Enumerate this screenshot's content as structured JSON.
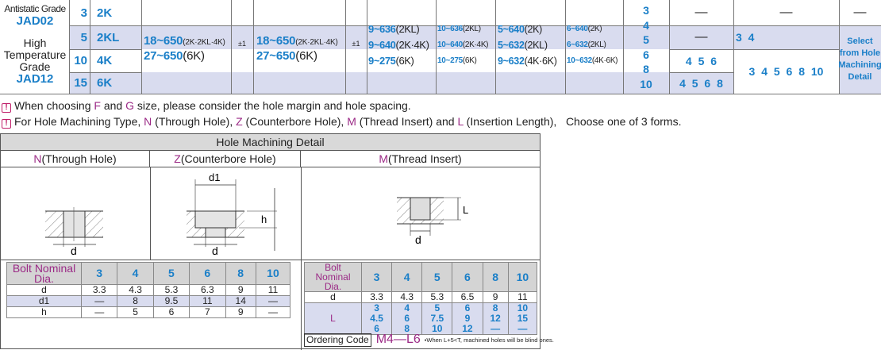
{
  "spec": {
    "grades": [
      {
        "label": "Antistatic Grade",
        "code": "JAD02"
      },
      {
        "label": "High Temperature Grade",
        "code": "JAD12"
      }
    ],
    "thickness": [
      "3",
      "5",
      "10",
      "15"
    ],
    "types": [
      "2K",
      "2KL",
      "4K",
      "6K"
    ],
    "colA": [
      {
        "range": "18~650",
        "note": "(2K·2KL·4K)"
      },
      {
        "range": "27~650",
        "note": "(6K)"
      }
    ],
    "tolA": "±1",
    "colB": [
      {
        "range": "18~650",
        "note": "(2K·2KL·4K)"
      },
      {
        "range": "27~650",
        "note": "(6K)"
      }
    ],
    "tolB": "±1",
    "colC": [
      {
        "range": "9~636",
        "note": "(2KL)"
      },
      {
        "range": "9~640",
        "note": "(2K·4K)"
      },
      {
        "range": "9~275",
        "note": "(6K)"
      }
    ],
    "colD": [
      {
        "range": "10~636",
        "note": "(2KL)"
      },
      {
        "range": "10~640",
        "note": "(2K·4K)"
      },
      {
        "range": "10~275",
        "note": "(6K)"
      }
    ],
    "colE": [
      {
        "range": "5~640",
        "note": "(2K)"
      },
      {
        "range": "5~632",
        "note": "(2KL)"
      },
      {
        "range": "9~632",
        "note": "(4K·6K)"
      }
    ],
    "colF": [
      {
        "range": "6~640",
        "note": "(2K)"
      },
      {
        "range": "6~632",
        "note": "(2KL)"
      },
      {
        "range": "10~632",
        "note": "(4K·6K)"
      }
    ],
    "bolts": [
      "3",
      "4",
      "5",
      "6",
      "8",
      "10"
    ],
    "colN": [
      "—",
      "—",
      "4 5 6",
      "4 5 6 8"
    ],
    "colZ": [
      "—",
      "3 4",
      "3 4 5 6 8 10"
    ],
    "colM": [
      "—",
      "Select from Hole Machining Detail"
    ]
  },
  "notes": [
    {
      "parts": [
        "When choosing ",
        "F",
        " and ",
        "G",
        " size, please consider the hole margin and hole spacing."
      ]
    },
    {
      "parts": [
        "For Hole Machining Type, ",
        "N",
        " (Through Hole), ",
        "Z",
        " (Counterbore Hole), ",
        "M",
        " (Thread Insert) and ",
        "L",
        " (Insertion Length),   Choose one of 3 forms."
      ]
    }
  ],
  "detail": {
    "title": "Hole Machining Detail",
    "n": {
      "code": "N",
      "name": "(Through Hole)"
    },
    "z": {
      "code": "Z",
      "name": "(Counterbore Hole)"
    },
    "m": {
      "code": "M",
      "name": "(Thread Insert)"
    },
    "labels": {
      "d": "d",
      "d1": "d1",
      "h": "h",
      "L": "L"
    },
    "left": {
      "header": "Bolt Nominal Dia.",
      "cols": [
        "3",
        "4",
        "5",
        "6",
        "8",
        "10"
      ],
      "rows": [
        {
          "k": "d",
          "v": [
            "3.3",
            "4.3",
            "5.3",
            "6.3",
            "9",
            "11"
          ]
        },
        {
          "k": "d1",
          "v": [
            "—",
            "8",
            "9.5",
            "11",
            "14",
            "—"
          ]
        },
        {
          "k": "h",
          "v": [
            "—",
            "5",
            "6",
            "7",
            "9",
            "—"
          ]
        }
      ]
    },
    "right": {
      "header": "Bolt Nominal Dia.",
      "cols": [
        "3",
        "4",
        "5",
        "6",
        "8",
        "10"
      ],
      "d": {
        "k": "d",
        "v": [
          "3.3",
          "4.3",
          "5.3",
          "6.5",
          "9",
          "11"
        ]
      },
      "L": {
        "k": "L",
        "v": [
          [
            "3",
            "4.5",
            "6"
          ],
          [
            "4",
            "6",
            "8"
          ],
          [
            "5",
            "7.5",
            "10"
          ],
          [
            "6",
            "9",
            "12"
          ],
          [
            "8",
            "12",
            "—"
          ],
          [
            "10",
            "15",
            "—"
          ]
        ]
      },
      "ordering_label": "Ordering Code",
      "ordering_code": "M4—L6",
      "ordering_note": "•When L+5<T, machined holes will be blind ones."
    }
  }
}
